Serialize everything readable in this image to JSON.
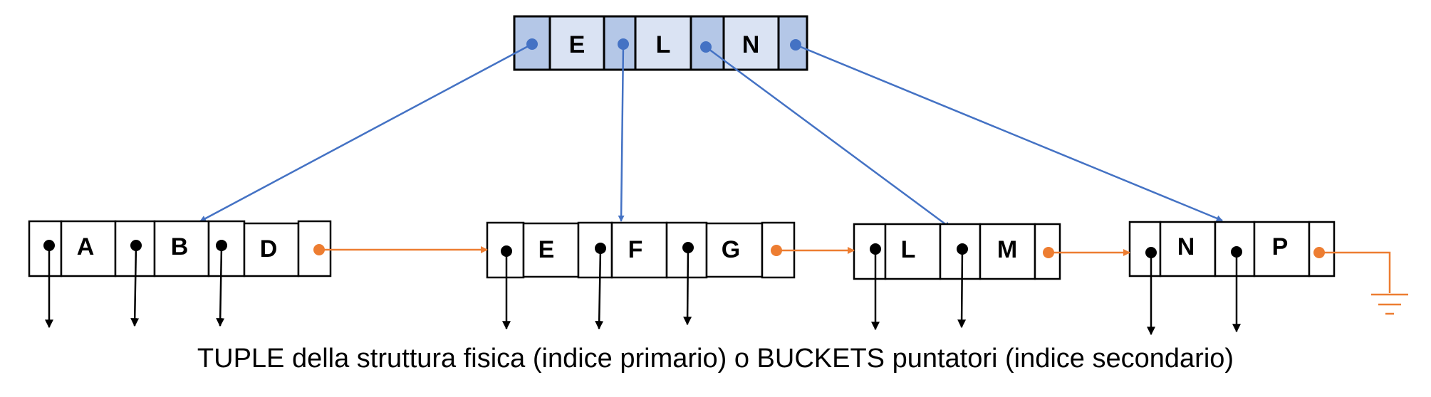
{
  "colors": {
    "root_pointer_fill": "#b4c7e7",
    "root_key_fill": "#dae3f3",
    "tree_link": "#4472c4",
    "leaf_chain": "#ed7d31",
    "record_pointer": "#000000",
    "border": "#000000"
  },
  "root": {
    "keys": [
      "E",
      "L",
      "N"
    ]
  },
  "leaves": [
    {
      "keys": [
        "A",
        "B",
        "D"
      ]
    },
    {
      "keys": [
        "E",
        "F",
        "G"
      ]
    },
    {
      "keys": [
        "L",
        "M"
      ]
    },
    {
      "keys": [
        "N",
        "P"
      ]
    }
  ],
  "icons": {
    "chain_terminator": "ground-icon"
  },
  "caption": "TUPLE della struttura fisica (indice primario) o BUCKETS puntatori (indice secondario)"
}
